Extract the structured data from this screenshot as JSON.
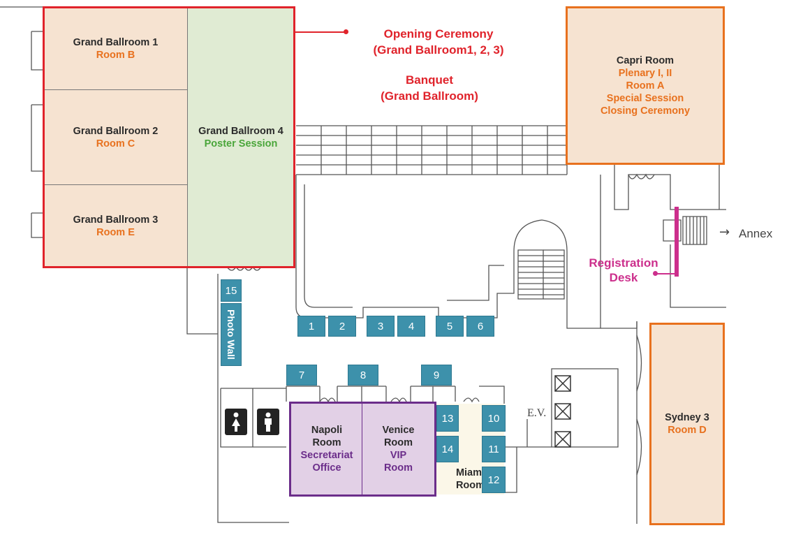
{
  "colors": {
    "room_fill": "#f6e3d1",
    "poster_fill": "#e0ebd3",
    "purple_fill": "#e2d0e6",
    "miami_fill": "#fbf7e8",
    "booth_fill": "#3d91ab",
    "wall": "#555555",
    "ballroom_border": "#e0232b",
    "orange_border": "#e8711e",
    "purple_border": "#6b2d8a",
    "registration": "#cc2f8c"
  },
  "rooms": {
    "gb1": {
      "name": "Grand Ballroom 1",
      "sub": "Room B"
    },
    "gb2": {
      "name": "Grand Ballroom 2",
      "sub": "Room C"
    },
    "gb3": {
      "name": "Grand Ballroom 3",
      "sub": "Room E"
    },
    "gb4": {
      "name": "Grand Ballroom 4",
      "sub": "Poster Session"
    },
    "capri": {
      "name": "Capri Room",
      "lines": [
        "Plenary I, II",
        "Room A",
        "Special Session",
        "Closing Ceremony"
      ]
    },
    "sydney": {
      "name": "Sydney 3",
      "sub": "Room D"
    },
    "napoli": {
      "name1": "Napoli",
      "name2": "Room",
      "sub1": "Secretariat",
      "sub2": "Office"
    },
    "venice": {
      "name1": "Venice",
      "name2": "Room",
      "sub1": "VIP",
      "sub2": "Room"
    },
    "miami": {
      "name1": "Miami",
      "name2": "Room"
    }
  },
  "labels": {
    "opening_line1": "Opening Ceremony",
    "opening_line2": "(Grand Ballroom1, 2, 3)",
    "banquet_line1": "Banquet",
    "banquet_line2": "(Grand Ballroom)",
    "registration_line1": "Registration",
    "registration_line2": "Desk",
    "annex": "Annex",
    "annex_arrow": "→",
    "elevator": "E.V.",
    "photo_wall": "Photo Wall"
  },
  "booths": [
    "1",
    "2",
    "3",
    "4",
    "5",
    "6",
    "7",
    "8",
    "9",
    "10",
    "11",
    "12",
    "13",
    "14",
    "15"
  ],
  "icons": [
    "female-restroom-icon",
    "male-restroom-icon",
    "elevator-icon",
    "stairs-icon"
  ]
}
